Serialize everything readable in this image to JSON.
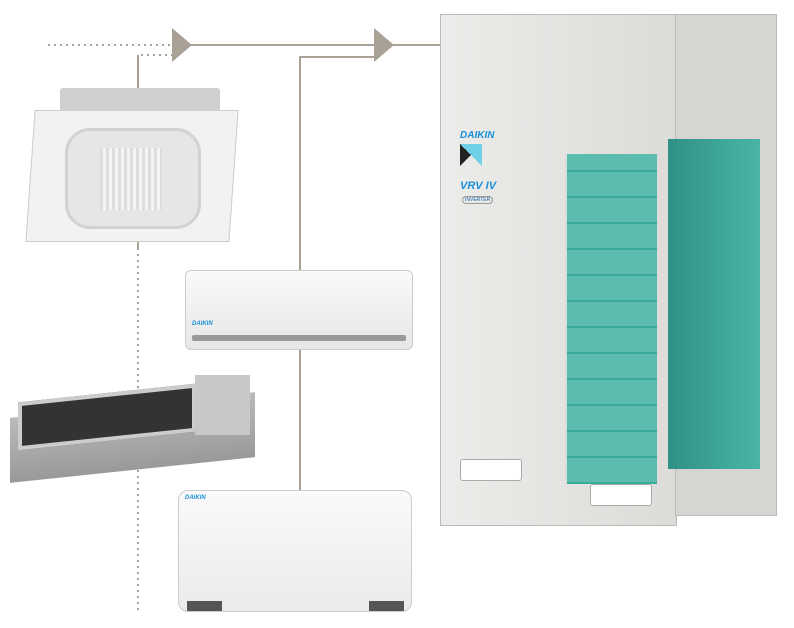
{
  "outdoor_unit": {
    "brand": "DAIKIN",
    "model": "VRV IV",
    "sub": "INVERTER"
  },
  "indoor_units": [
    {
      "type": "ceiling-cassette"
    },
    {
      "type": "wall-mounted",
      "brand": "DAIKIN"
    },
    {
      "type": "ducted-concealed"
    },
    {
      "type": "floor-standing",
      "brand": "DAIKIN"
    }
  ],
  "colors": {
    "connector": "#a9a196",
    "coil": "#3aa89a",
    "casing": "#e6e5e2",
    "brand": "#1a8fd8"
  }
}
